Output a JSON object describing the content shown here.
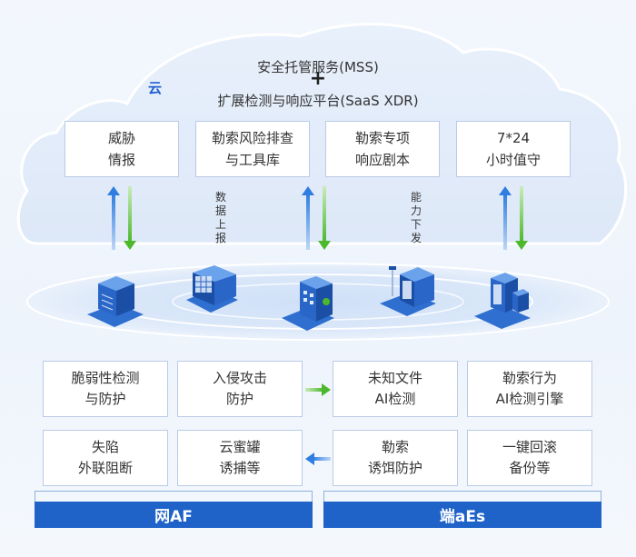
{
  "cloud": {
    "label": "云",
    "title_line1": "安全托管服务(MSS)",
    "plus": "+",
    "title_line2": "扩展检测与响应平台(SaaS XDR)",
    "services": [
      {
        "line1": "威胁",
        "line2": "情报"
      },
      {
        "line1": "勒索风险排查",
        "line2": "与工具库"
      },
      {
        "line1": "勒索专项",
        "line2": "响应剧本"
      },
      {
        "line1": "7*24",
        "line2": "小时值守"
      }
    ],
    "flow_labels": {
      "report": "数据上报",
      "deliver": "能力下发"
    }
  },
  "features": {
    "af": [
      {
        "line1": "脆弱性检测",
        "line2": "与防护"
      },
      {
        "line1": "入侵攻击",
        "line2": "防护"
      },
      {
        "line1": "失陷",
        "line2": "外联阻断"
      },
      {
        "line1": "云蜜罐",
        "line2": "诱捕等"
      }
    ],
    "aes": [
      {
        "line1": "未知文件",
        "line2": "AI检测"
      },
      {
        "line1": "勒索行为",
        "line2": "AI检测引擎"
      },
      {
        "line1": "勒索",
        "line2": "诱饵防护"
      },
      {
        "line1": "一键回滚",
        "line2": "备份等"
      }
    ]
  },
  "bars": {
    "af": "网AF",
    "aes": "端aEs"
  },
  "colors": {
    "primary_blue": "#1f63c9",
    "up_arrow_blue": "#2f7de0",
    "down_arrow_green": "#4cb82c",
    "box_border": "#b9cbe6"
  }
}
